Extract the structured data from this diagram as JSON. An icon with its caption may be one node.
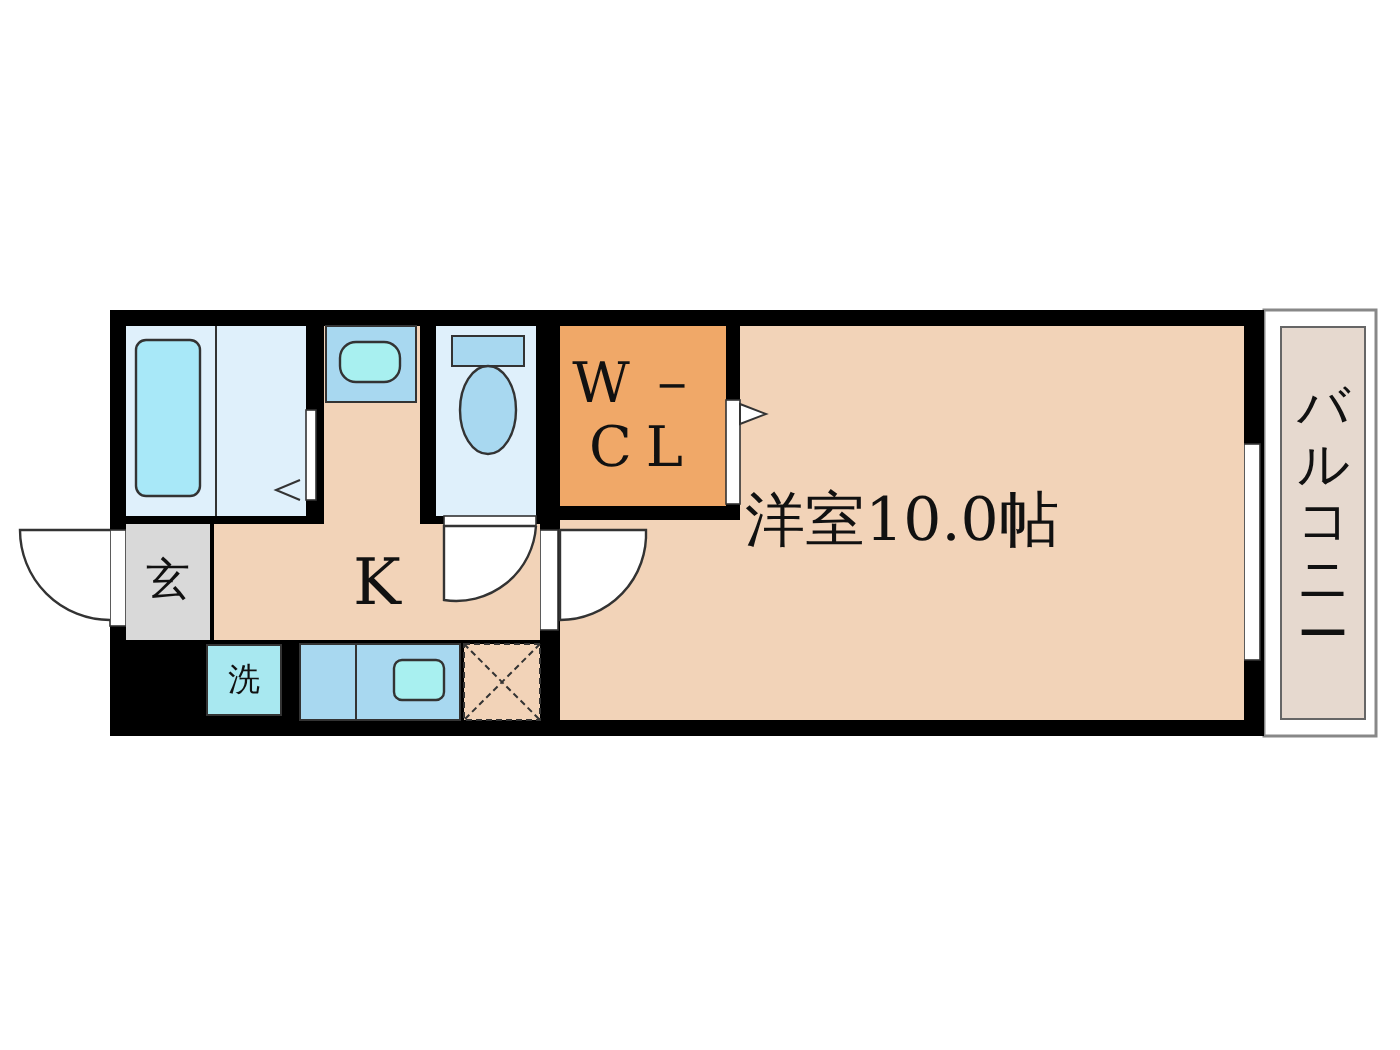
{
  "diagram": {
    "nodes": [
      {
        "text": [
          "玄"
        ]
      },
      {
        "text": [
          "K"
        ]
      },
      {
        "text": [
          "洗"
        ]
      },
      {
        "text": [
          "W－CL"
        ],
        "in": 4
      },
      {
        "text": [
          "洋室10.0帖"
        ]
      },
      {
        "text": [
          "バルコニー"
        ]
      }
    ]
  }
}
